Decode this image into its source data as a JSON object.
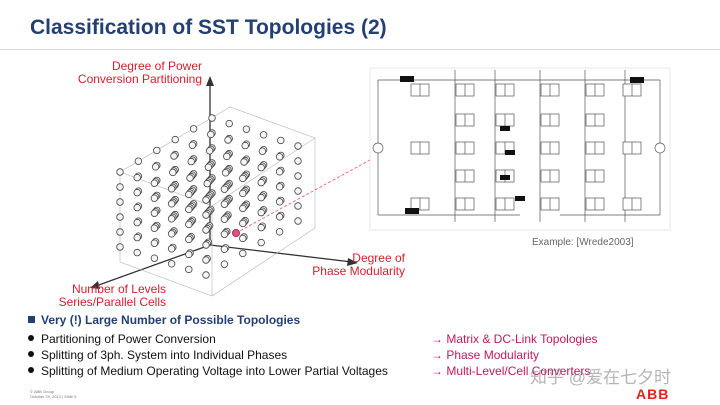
{
  "title": "Classification of SST Topologies (2)",
  "axes": {
    "power": [
      "Degree of Power",
      "Conversion Partitioning"
    ],
    "phase": [
      "Degree of",
      "Phase Modularity"
    ],
    "levels": [
      "Number of Levels",
      "Series/Parallel Cells"
    ]
  },
  "example_caption": "Example: [Wrede2003]",
  "key_point": "Very (!) Large Number of Possible Topologies",
  "bullets": [
    {
      "text": "Partitioning of Power Conversion",
      "arrow": "→ Matrix & DC-Link Topologies"
    },
    {
      "text": "Splitting of 3ph. System into Individual Phases",
      "arrow": "→ Phase Modularity"
    },
    {
      "text": "Splitting of Medium Operating Voltage into Lower Partial Voltages",
      "arrow": "→ Multi-Level/Cell Converters"
    }
  ],
  "footer": [
    "© ABB Group",
    "October 29, 2013 | Slide 5"
  ],
  "watermark": "知乎 @爱在七夕时",
  "logo": "ABB",
  "colors": {
    "title": "#233f73",
    "axis_label": "#d41e2e",
    "arrow_text": "#c0195c",
    "highlight_dot": "#e0507a",
    "logo": "#e2231a"
  }
}
